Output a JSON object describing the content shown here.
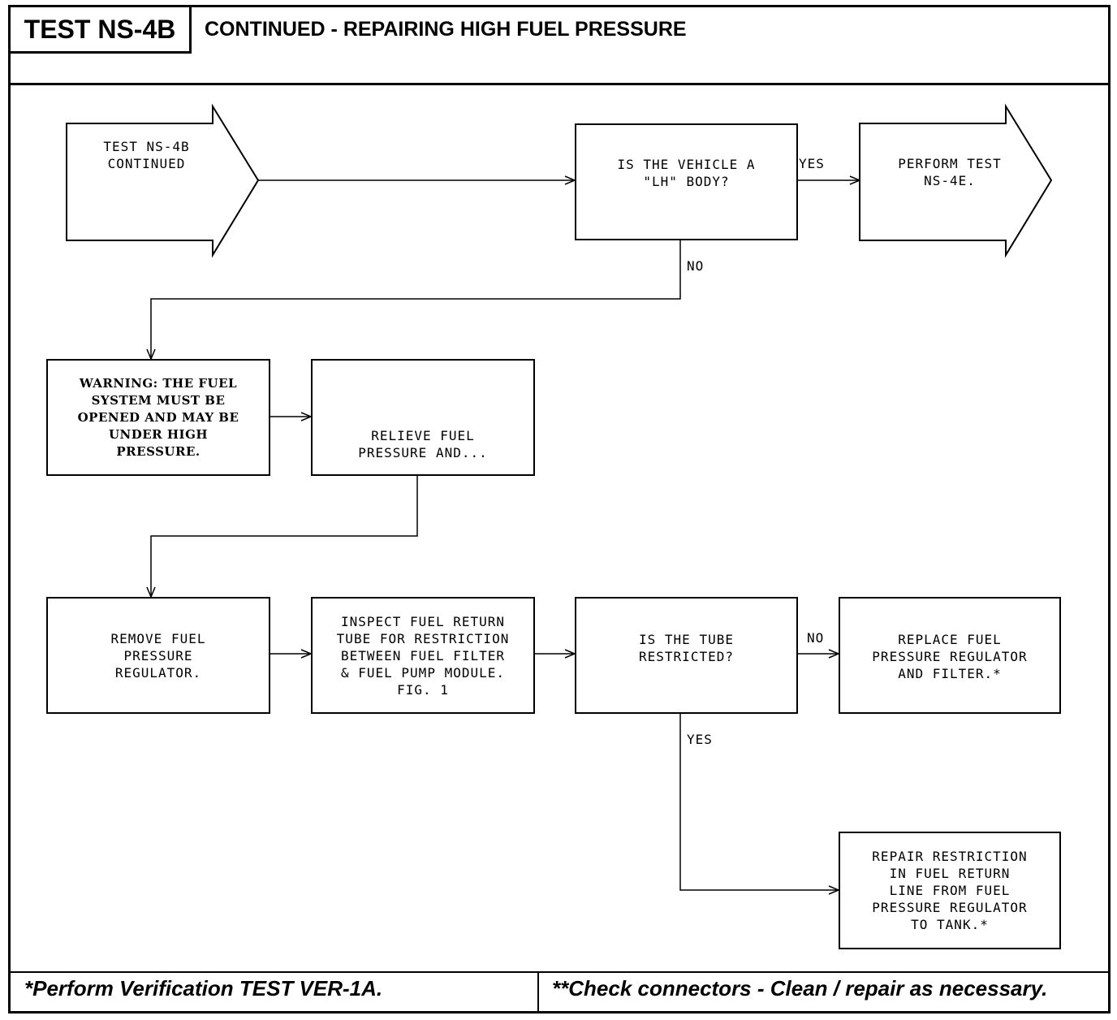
{
  "header": {
    "test_id": "TEST NS-4B",
    "title": "CONTINUED - REPAIRING HIGH FUEL PRESSURE"
  },
  "nodes": {
    "start": "TEST NS-4B\nCONTINUED",
    "q_lh_body": "IS THE VEHICLE A\n\"LH\" BODY?",
    "perform_ns4e": "PERFORM TEST\nNS-4E.",
    "warning": "WARNING: THE FUEL\nSYSTEM MUST BE\nOPENED AND MAY BE\nUNDER HIGH\nPRESSURE.",
    "relieve": "RELIEVE FUEL\nPRESSURE AND...",
    "remove_reg": "REMOVE FUEL\nPRESSURE\nREGULATOR.",
    "inspect": "INSPECT FUEL RETURN\nTUBE FOR RESTRICTION\nBETWEEN FUEL FILTER\n& FUEL PUMP MODULE.\nFIG. 1",
    "q_restricted": "IS THE TUBE\nRESTRICTED?",
    "replace": "REPLACE FUEL\nPRESSURE REGULATOR\nAND FILTER.*",
    "repair": "REPAIR RESTRICTION\nIN FUEL RETURN\nLINE FROM FUEL\nPRESSURE REGULATOR\nTO TANK.*"
  },
  "labels": {
    "yes_lh": "YES",
    "no_lh": "NO",
    "no_restricted": "NO",
    "yes_restricted": "YES"
  },
  "footer": {
    "left": "*Perform Verification TEST VER-1A.",
    "right": "**Check connectors - Clean / repair as necessary."
  }
}
